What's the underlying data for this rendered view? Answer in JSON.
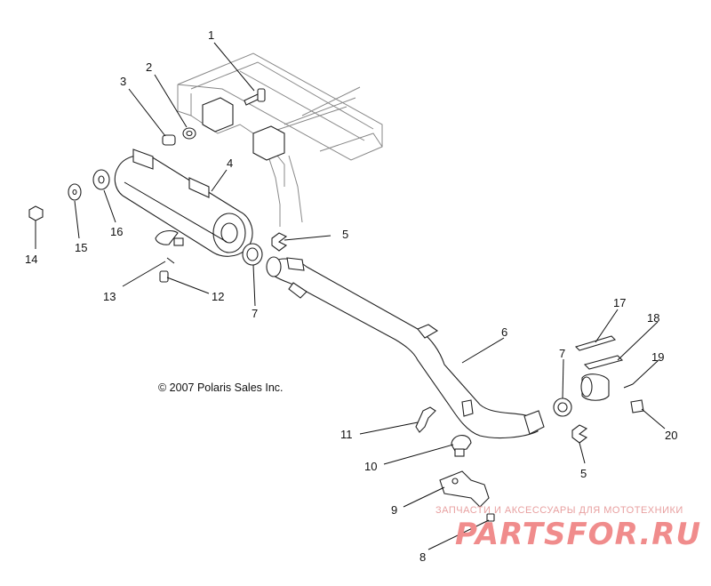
{
  "copyright": "© 2007 Polaris Sales Inc.",
  "watermark": {
    "tagline": "ЗАПЧАСТИ И АКСЕССУАРЫ ДЛЯ МОТОТЕХНИКИ",
    "logo": "PARTSFOR.RU"
  },
  "callouts": [
    "1",
    "2",
    "3",
    "4",
    "5",
    "6",
    "7",
    "8",
    "9",
    "10",
    "11",
    "12",
    "13",
    "14",
    "15",
    "16",
    "17",
    "18",
    "19",
    "20",
    "7",
    "5"
  ]
}
